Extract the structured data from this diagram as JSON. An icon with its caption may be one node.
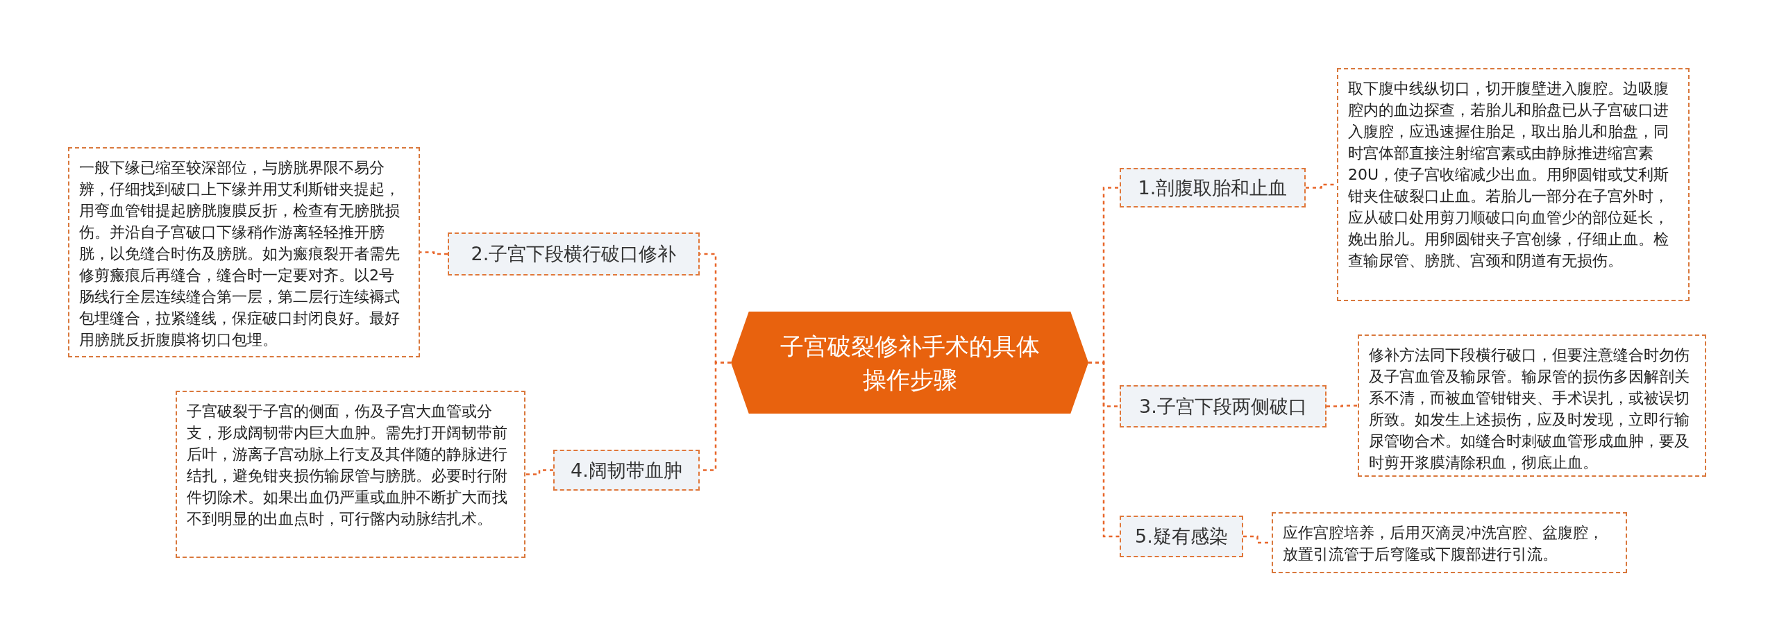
{
  "diagram": {
    "nodes": [
      {
        "text": [
          "子宫破裂修补手术的具体操作步骤"
        ]
      },
      {
        "text": [
          "1.剖腹取胎和止血"
        ]
      },
      {
        "text": [
          "取下腹中线纵切口，切开腹壁进入腹腔。边吸腹腔内的血边探查，若胎儿和胎盘已从子宫破口进入腹腔，应迅速握住胎足，取出胎儿和胎盘，同时宫体部直接注射缩宫素或由静脉推进缩宫素20U，使子宫收缩减少出血。用卵圆钳或艾利斯钳夹住破裂口止血。若胎儿一部分在子宫外时，应从破口处用剪刀顺破口向血管少的部位延长，娩出胎儿。用卵圆钳夹子宫创缘，仔细止血。检查输尿管、膀胱、宫颈和阴道有无损伤。"
        ]
      },
      {
        "text": [
          "2.子宫下段横行破口修补"
        ]
      },
      {
        "text": [
          "一般下缘已缩至较深部位，与膀胱界限不易分辨，仔细找到破口上下缘并用艾利斯钳夹提起，用弯血管钳提起膀胱腹膜反折，检查有无膀胱损伤。并沿自子宫破口下缘稍作游离轻轻推开膀胱，以免缝合时伤及膀胱。如为瘢痕裂开者需先修剪瘢痕后再缝合，缝合时一定要对齐。以2号肠线行全层连续缝合第一层，第二层行连续褥式包埋缝合，拉紧缝线，保症破口封闭良好。最好用膀胱反折腹膜将切口包埋。"
        ]
      },
      {
        "text": [
          "3.子宫下段两侧破口"
        ]
      },
      {
        "text": [
          "修补方法同下段横行破口，但要注意缝合时勿伤及子宫血管及输尿管。输尿管的损伤多因解剖关系不清，而被血管钳钳夹、手术误扎，或被误切所致。如发生上述损伤，应及时发现，立即行输尿管吻合术。如缝合时刺破血管形成血肿，要及时剪开浆膜清除积血，彻底止血。"
        ]
      },
      {
        "text": [
          "4.阔韧带血肿"
        ]
      },
      {
        "text": [
          "子宫破裂于子宫的侧面，伤及子宫大血管或分支，形成阔韧带内巨大血肿。需先打开阔韧带前后叶，游离子宫动脉上行支及其伴随的静脉进行结扎，避免钳夹损伤输尿管与膀胱。必要时行附件切除术。如果出血仍严重或血肿不断扩大而找不到明显的出血点时，可行髂内动脉结扎术。"
        ]
      },
      {
        "text": [
          "5.疑有感染"
        ]
      },
      {
        "text": [
          "应作宫腔培养，后用灭滴灵冲洗宫腔、盆腹腔，放置引流管于后穹隆或下腹部进行引流。"
        ]
      }
    ],
    "edges": [
      {
        "from": 0,
        "to": 1,
        "arrow": "none",
        "style": "dashed"
      },
      {
        "from": 1,
        "to": 2,
        "arrow": "none",
        "style": "dashed"
      },
      {
        "from": 0,
        "to": 3,
        "arrow": "none",
        "style": "dashed"
      },
      {
        "from": 3,
        "to": 4,
        "arrow": "none",
        "style": "dashed"
      },
      {
        "from": 0,
        "to": 5,
        "arrow": "none",
        "style": "dashed"
      },
      {
        "from": 5,
        "to": 6,
        "arrow": "none",
        "style": "dashed"
      },
      {
        "from": 0,
        "to": 7,
        "arrow": "none",
        "style": "dashed"
      },
      {
        "from": 7,
        "to": 8,
        "arrow": "none",
        "style": "dashed"
      },
      {
        "from": 0,
        "to": 9,
        "arrow": "none",
        "style": "dashed"
      },
      {
        "from": 9,
        "to": 10,
        "arrow": "none",
        "style": "dashed"
      }
    ]
  }
}
